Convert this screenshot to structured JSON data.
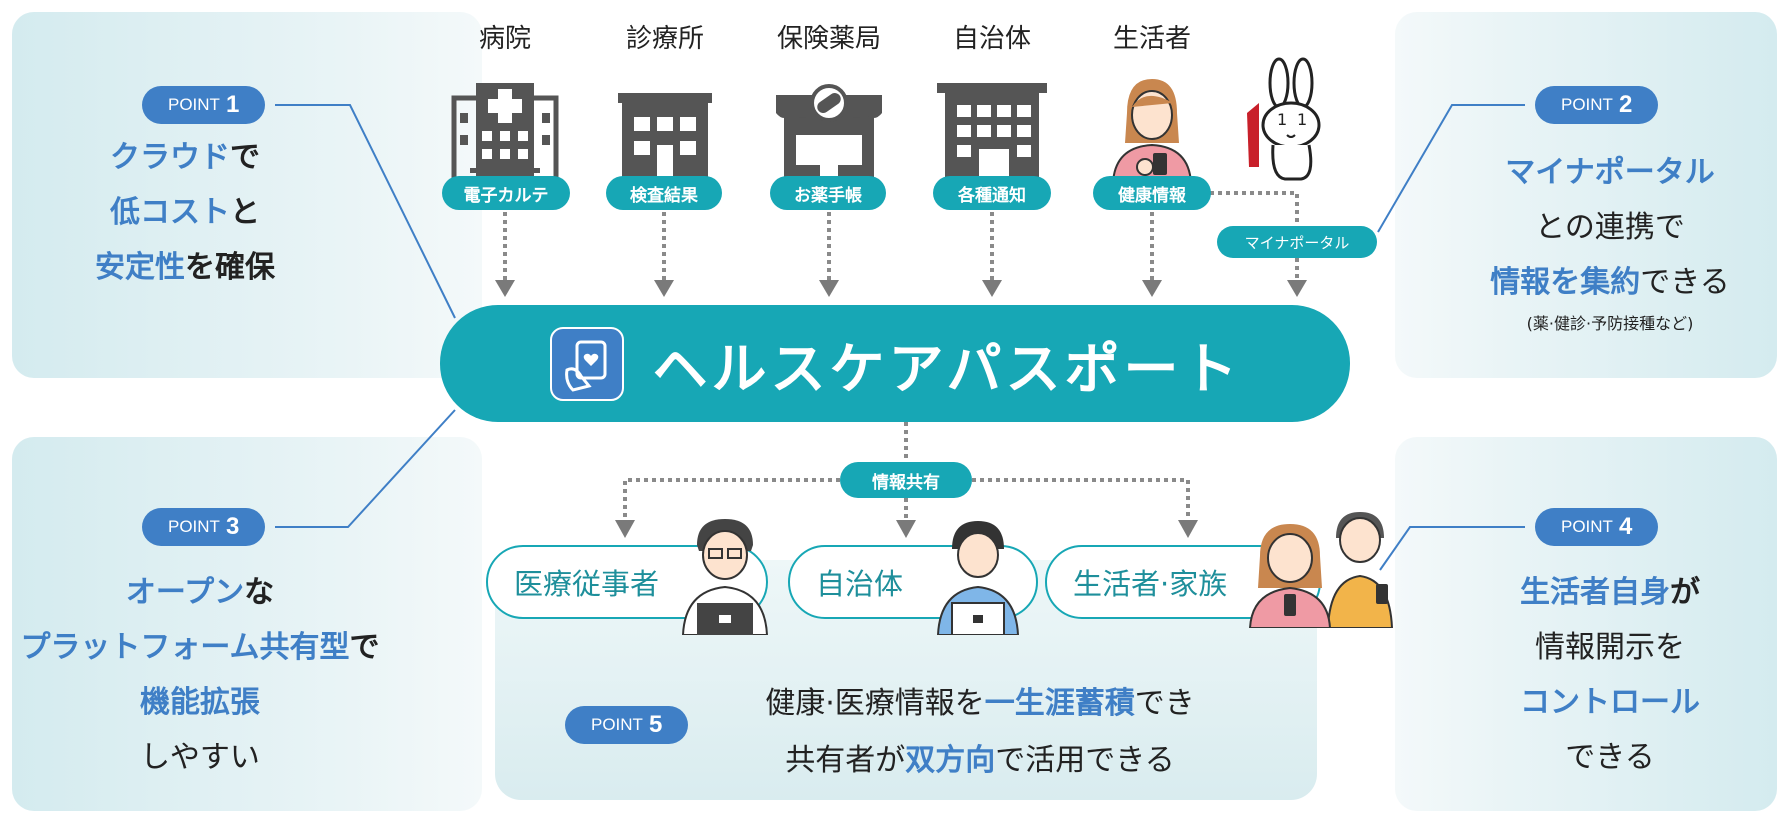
{
  "institutions": [
    {
      "name": "病院",
      "tag": "電子カルテ",
      "icon": "hospital-icon"
    },
    {
      "name": "診療所",
      "tag": "検査結果",
      "icon": "clinic-icon"
    },
    {
      "name": "保険薬局",
      "tag": "お薬手帳",
      "icon": "pharmacy-icon"
    },
    {
      "name": "自治体",
      "tag": "各種通知",
      "icon": "municipal-building-icon"
    },
    {
      "name": "生活者",
      "tag": "健康情報",
      "icon": "resident-woman-icon"
    }
  ],
  "mynaportal_tag": "マイナポータル",
  "banner_title": "ヘルスケアパスポート",
  "share_tag": "情報共有",
  "recipients": [
    "医療従事者",
    "自治体",
    "生活者·家族"
  ],
  "points": {
    "p1": {
      "label": "POINT",
      "num": "1",
      "l1a": "クラウド",
      "l1b": "で",
      "l2a": "低コスト",
      "l2b": "と",
      "l3a": "安定性",
      "l3b": "を確保"
    },
    "p2": {
      "label": "POINT",
      "num": "2",
      "l1": "マイナポータル",
      "l2": "との連携で",
      "l3a": "情報を集約",
      "l3b": "できる",
      "note": "(薬·健診·予防接種など)"
    },
    "p3": {
      "label": "POINT",
      "num": "3",
      "l1a": "オープン",
      "l1b": "な",
      "l2a": "プラットフォーム共有型",
      "l2b": "で",
      "l3": "機能拡張",
      "l4": "しやすい"
    },
    "p4": {
      "label": "POINT",
      "num": "4",
      "l1a": "生活者自身",
      "l1b": "が",
      "l2": "情報開示を",
      "l3": "コントロール",
      "l4": "できる"
    },
    "p5": {
      "label": "POINT",
      "num": "5",
      "l1a": "健康·医療情報を",
      "l1b": "一生涯蓄積",
      "l1c": "でき",
      "l2a": "共有者が",
      "l2b": "双方向",
      "l2c": "で活用できる"
    }
  },
  "colors": {
    "teal": "#17a7b5",
    "blue": "#3f7fc6",
    "panel": "#d4ebef"
  }
}
